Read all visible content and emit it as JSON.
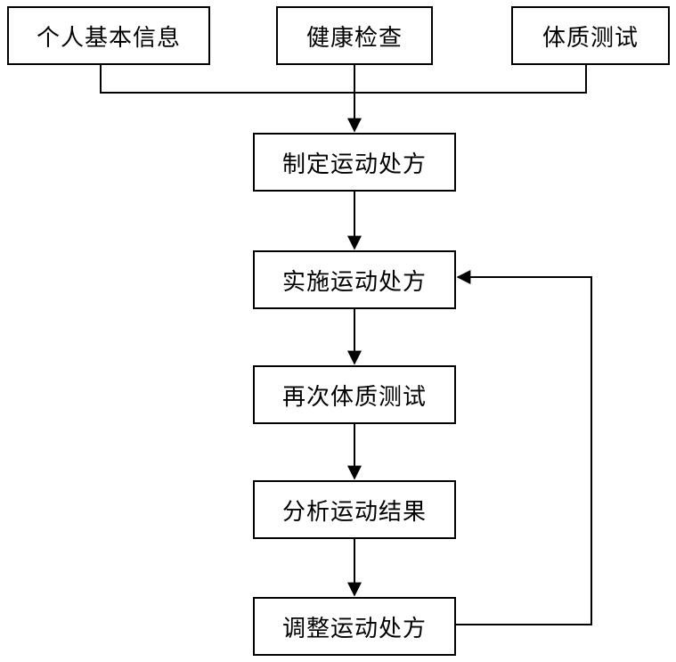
{
  "diagram": {
    "nodes": {
      "personal_info": "个人基本信息",
      "health_check": "健康检查",
      "fitness_test": "体质测试",
      "make_prescription": "制定运动处方",
      "implement_prescription": "实施运动处方",
      "retest_fitness": "再次体质测试",
      "analyze_results": "分析运动结果",
      "adjust_prescription": "调整运动处方"
    },
    "edges": [
      {
        "from": "personal_info",
        "to": "make_prescription"
      },
      {
        "from": "health_check",
        "to": "make_prescription"
      },
      {
        "from": "fitness_test",
        "to": "make_prescription"
      },
      {
        "from": "make_prescription",
        "to": "implement_prescription"
      },
      {
        "from": "implement_prescription",
        "to": "retest_fitness"
      },
      {
        "from": "retest_fitness",
        "to": "analyze_results"
      },
      {
        "from": "analyze_results",
        "to": "adjust_prescription"
      },
      {
        "from": "adjust_prescription",
        "to": "implement_prescription"
      }
    ],
    "line_color": "#000000",
    "box_fill": "#ffffff"
  }
}
